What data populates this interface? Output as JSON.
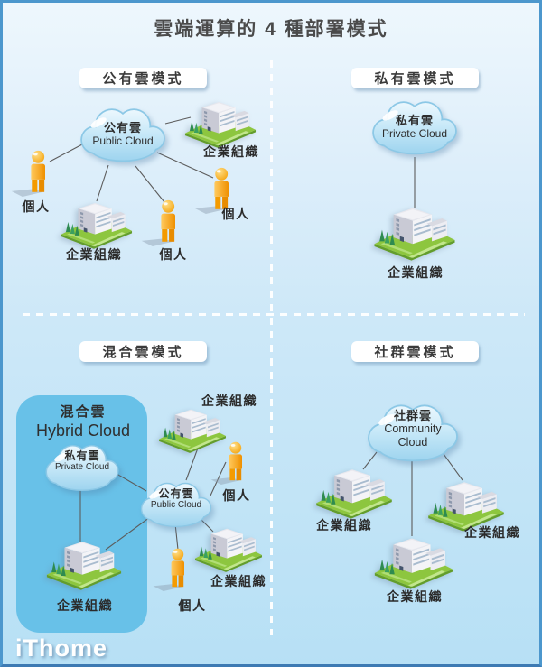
{
  "title": "雲端運算的 4 種部署模式",
  "watermark": "iThome",
  "colors": {
    "frame_border": "#4c97cd",
    "background_top": "#eef7fd",
    "background_bottom": "#b7e0f5",
    "hybrid_box": "#68c1e8",
    "cloud_fill": "#bfe4f6",
    "person_orange": "#f7a600",
    "lawn_green": "#8dc63f",
    "connector_line": "#5c5c5c",
    "label_text": "#2b2b2b"
  },
  "quadrants": [
    {
      "id": "public-cloud-model",
      "label": "公有雲模式",
      "cloud": {
        "zh": "公有雲",
        "en": "Public Cloud"
      },
      "nodes": [
        {
          "type": "building",
          "label": "企業組織"
        },
        {
          "type": "person",
          "label": "個人"
        },
        {
          "type": "building",
          "label": "企業組織"
        },
        {
          "type": "person",
          "label": "個人"
        },
        {
          "type": "person",
          "label": "個人"
        }
      ]
    },
    {
      "id": "private-cloud-model",
      "label": "私有雲模式",
      "cloud": {
        "zh": "私有雲",
        "en": "Private Cloud"
      },
      "nodes": [
        {
          "type": "building",
          "label": "企業組織"
        }
      ]
    },
    {
      "id": "hybrid-cloud-model",
      "label": "混合雲模式",
      "box": {
        "zh": "混合雲",
        "en": "Hybrid Cloud"
      },
      "clouds": [
        {
          "zh": "私有雲",
          "en": "Private Cloud"
        },
        {
          "zh": "公有雲",
          "en": "Public Cloud"
        }
      ],
      "nodes": [
        {
          "type": "building",
          "label": "企業組織"
        },
        {
          "type": "building",
          "label": "企業組織"
        },
        {
          "type": "person",
          "label": "個人"
        },
        {
          "type": "person",
          "label": "個人"
        },
        {
          "type": "building",
          "label": "企業組織"
        }
      ]
    },
    {
      "id": "community-cloud-model",
      "label": "社群雲模式",
      "cloud": {
        "zh": "社群雲",
        "en": "Community Cloud"
      },
      "nodes": [
        {
          "type": "building",
          "label": "企業組織"
        },
        {
          "type": "building",
          "label": "企業組織"
        },
        {
          "type": "building",
          "label": "企業組織"
        }
      ]
    }
  ]
}
